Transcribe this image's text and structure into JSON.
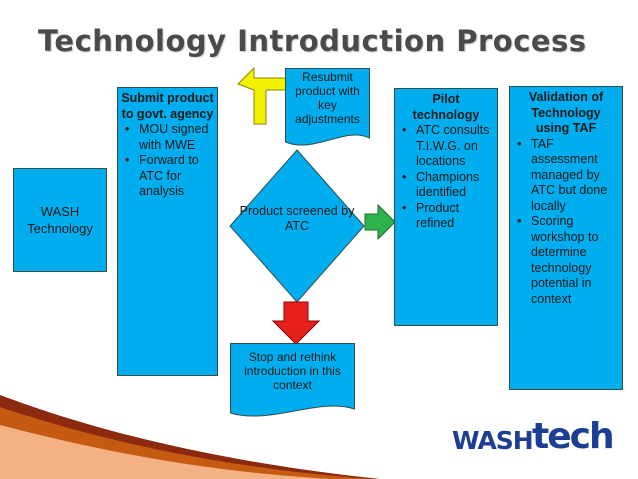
{
  "title": "Technology Introduction  Process",
  "wash_technology": "WASH Technology",
  "submit": {
    "heading": "Submit product to govt. agency",
    "bullets": [
      "MOU signed with MWE",
      "Forward to ATC for analysis"
    ]
  },
  "resubmit": "Resubmit product with key adjustments",
  "screened": "Product screened by ATC",
  "stop": "Stop and rethink introduction in this context",
  "pilot": {
    "heading": "Pilot technology",
    "bullets": [
      "ATC consults T.I.W.G. on locations",
      "Champions identified",
      "Product refined"
    ]
  },
  "validation": {
    "heading": "Validation of Technology using TAF",
    "bullets": [
      "TAF assessment managed by ATC but done locally",
      "Scoring workshop to determine technology potential in context"
    ]
  },
  "logo": {
    "wash": "WASH",
    "tech": "tech"
  },
  "colors": {
    "box_fill": "#00aeef",
    "yellow_arrow": "#f2f200",
    "green_arrow": "#2db34a",
    "red_arrow": "#e8201c",
    "logo_blue": "#1c3f94"
  }
}
